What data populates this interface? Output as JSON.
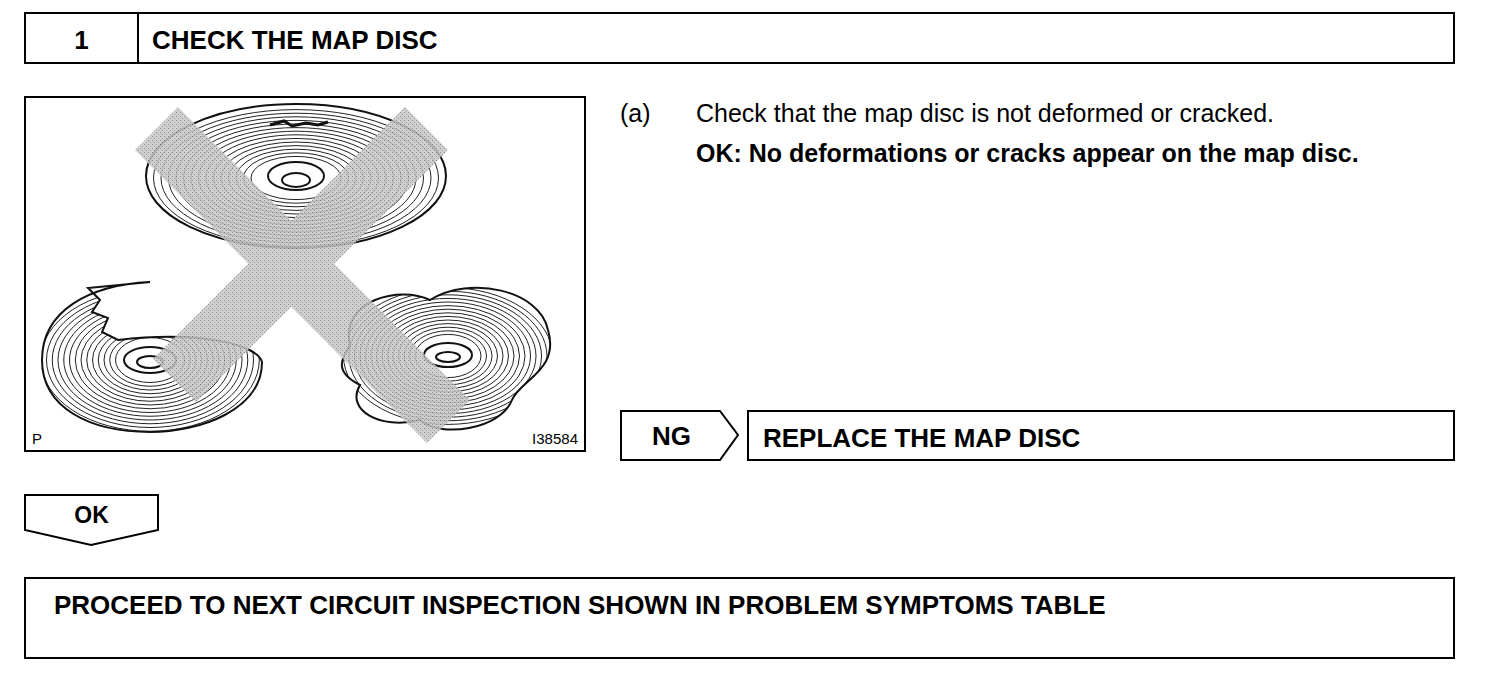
{
  "diagram": {
    "nodes": [
      {
        "text": [
          "1",
          "CHECK THE MAP DISC"
        ]
      },
      {
        "text": [
          "P",
          "I38584"
        ]
      },
      {
        "text": [
          "NG"
        ]
      },
      {
        "text": [
          "REPLACE THE MAP DISC"
        ]
      },
      {
        "text": [
          "OK"
        ]
      },
      {
        "text": [
          "PROCEED TO NEXT CIRCUIT INSPECTION SHOWN IN PROBLEM SYMPTOMS TABLE"
        ]
      }
    ],
    "labels": [
      "(a)",
      "Check that the map disc is not deformed or cracked.",
      "OK: No deformations or cracks appear on the map disc."
    ]
  }
}
